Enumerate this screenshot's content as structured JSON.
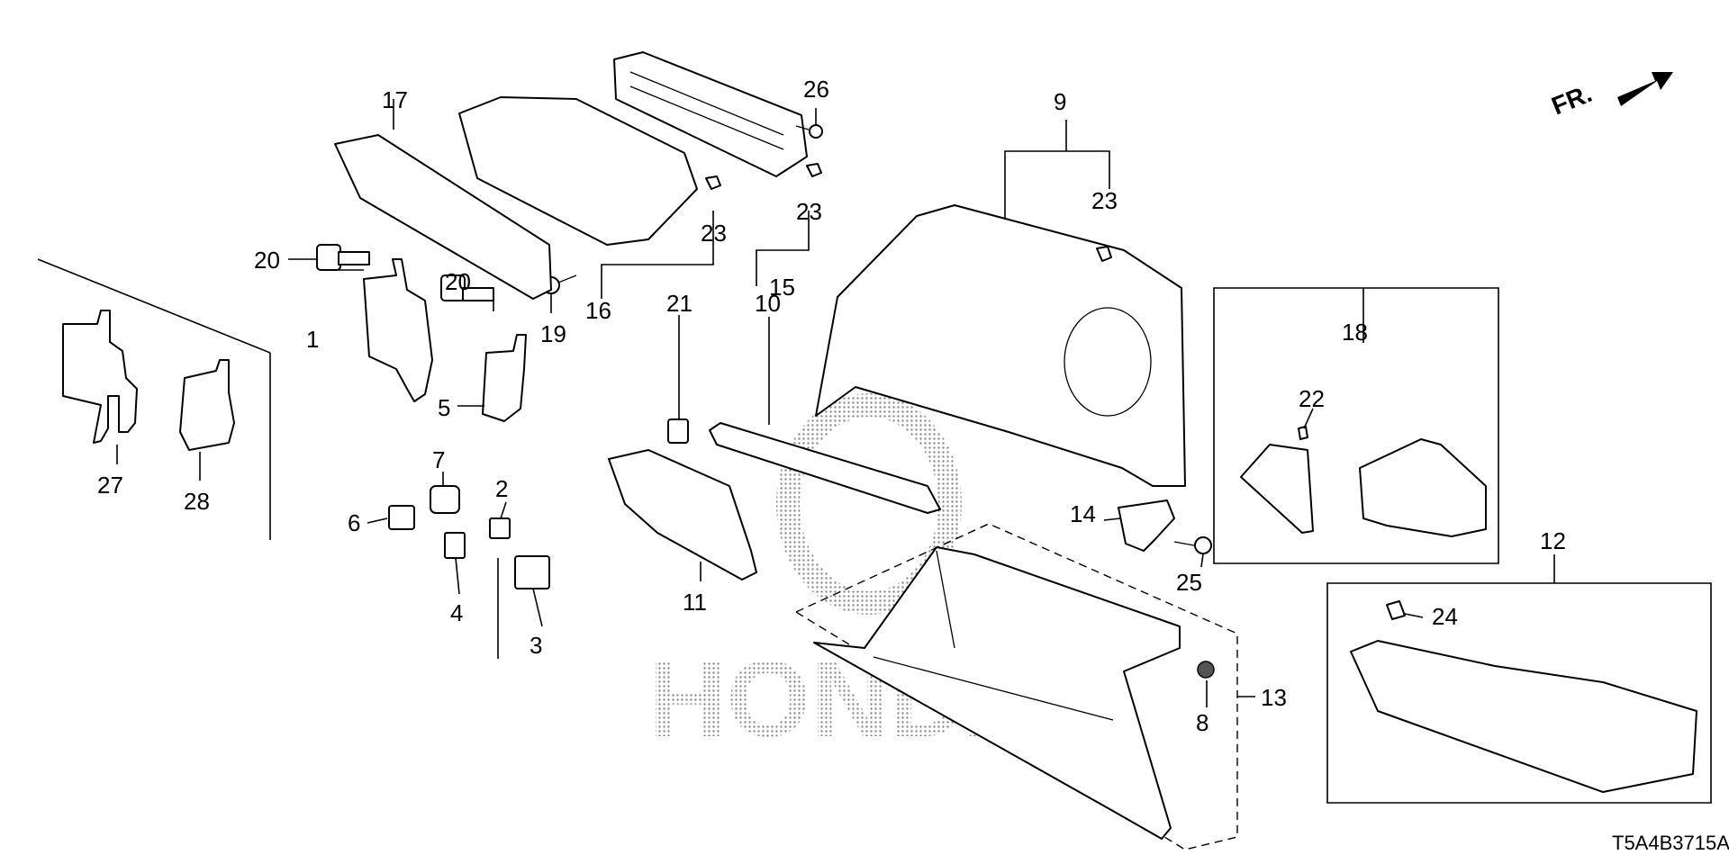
{
  "diagram": {
    "drawing_code": "T5A4B3715A",
    "direction_label": "FR.",
    "watermark": "HONDA",
    "parts": [
      {
        "id": "p1",
        "number": "1"
      },
      {
        "id": "p2",
        "number": "2"
      },
      {
        "id": "p3",
        "number": "3"
      },
      {
        "id": "p4",
        "number": "4"
      },
      {
        "id": "p5",
        "number": "5"
      },
      {
        "id": "p6",
        "number": "6"
      },
      {
        "id": "p7",
        "number": "7"
      },
      {
        "id": "p8",
        "number": "8"
      },
      {
        "id": "p9",
        "number": "9"
      },
      {
        "id": "p10",
        "number": "10"
      },
      {
        "id": "p11",
        "number": "11"
      },
      {
        "id": "p12",
        "number": "12"
      },
      {
        "id": "p13",
        "number": "13"
      },
      {
        "id": "p14",
        "number": "14"
      },
      {
        "id": "p15",
        "number": "15"
      },
      {
        "id": "p16",
        "number": "16"
      },
      {
        "id": "p17",
        "number": "17"
      },
      {
        "id": "p18",
        "number": "18"
      },
      {
        "id": "p19",
        "number": "19"
      },
      {
        "id": "p20a",
        "number": "20"
      },
      {
        "id": "p20b",
        "number": "20"
      },
      {
        "id": "p21",
        "number": "21"
      },
      {
        "id": "p22",
        "number": "22"
      },
      {
        "id": "p23a",
        "number": "23"
      },
      {
        "id": "p23b",
        "number": "23"
      },
      {
        "id": "p23c",
        "number": "23"
      },
      {
        "id": "p24",
        "number": "24"
      },
      {
        "id": "p25",
        "number": "25"
      },
      {
        "id": "p26",
        "number": "26"
      },
      {
        "id": "p27",
        "number": "27"
      },
      {
        "id": "p28",
        "number": "28"
      }
    ]
  }
}
